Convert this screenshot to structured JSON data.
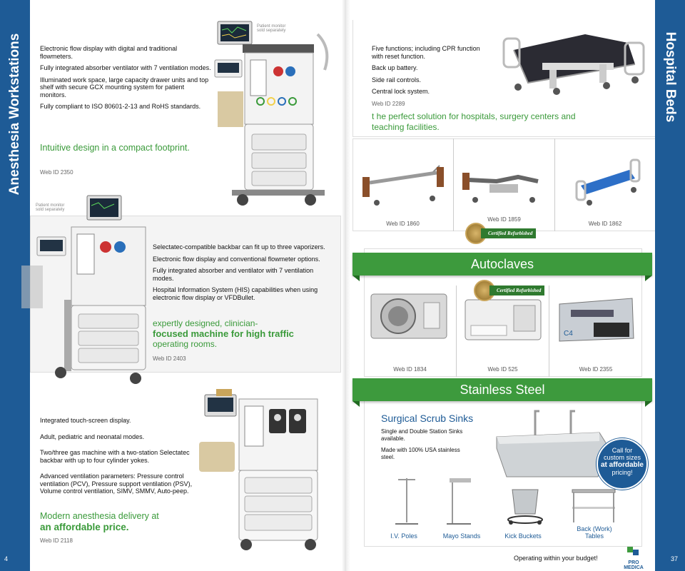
{
  "left_page": {
    "section_title": "Anesthesia Workstations",
    "page_number": "4",
    "product1": {
      "features": [
        "Electronic flow display with digital and traditional flowmeters.",
        "Fully integrated absorber ventilator with 7 ventilation modes.",
        "Illuminated work space, large capacity drawer units and top shelf with secure GCX mounting system for patient monitors.",
        "Fully compliant to ISO 80601-2-13 and RoHS standards."
      ],
      "tagline": "Intuitive design in a compact footprint.",
      "web_id": "Web ID 2350",
      "monitor_note_line1": "Patient monitor",
      "monitor_note_line2": "sold separately"
    },
    "product2": {
      "monitor_note_line1": "Patient monitor",
      "monitor_note_line2": "sold separately",
      "features": [
        "Selectatec-compatible backbar can fit up to three vaporizers.",
        "Electronic flow display and conventional flowmeter options.",
        "Fully integrated absorber and ventilator with 7 ventilation modes.",
        "Hospital Information System (HIS) capabilities when using electronic flow display or VFDBullet."
      ],
      "tagline_line1": "expertly designed, clinician-",
      "tagline_line2": "focused machine for high traffic",
      "tagline_line3": "operating rooms.",
      "web_id": "Web ID  2403"
    },
    "product3": {
      "features": [
        "Integrated touch-screen display.",
        "Adult, pediatric and neonatal modes.",
        "Two/three gas machine with a two-station Selectatec backbar with up to four cylinder yokes.",
        "Advanced ventilation parameters: Pressure control ventilation (PCV), Pressure support ventilation (PSV), Volume control ventilation, SIMV, SMMV, Auto-peep."
      ],
      "tagline_line1": "Modern anesthesia delivery at",
      "tagline_line2": "an affordable price.",
      "web_id": "Web ID 2118"
    }
  },
  "right_page": {
    "section_title": "Hospital Beds",
    "page_number": "37",
    "beds": {
      "features": [
        "Five functions; including CPR function with reset function.",
        "Back up battery.",
        "Side rail controls.",
        "Central lock system."
      ],
      "web_id": "Web ID 2289",
      "tagline": "t he perfect solution for hospitals, surgery centers and teaching facilities.",
      "items": [
        {
          "web_id": "Web ID 1860"
        },
        {
          "web_id": "Web ID 1859"
        },
        {
          "web_id": "Web ID 1862"
        }
      ],
      "certified_text": "Certified Refurbished"
    },
    "autoclaves": {
      "title": "Autoclaves",
      "certified_text": "Certified Refurbished",
      "items": [
        {
          "web_id": "Web ID 1834"
        },
        {
          "web_id": "Web ID 525"
        },
        {
          "web_id": "Web ID 2355"
        }
      ],
      "device_label": "C4"
    },
    "stainless": {
      "title": "Stainless Steel",
      "subtitle": "Surgical Scrub Sinks",
      "desc1": "Single and Double Station Sinks available.",
      "desc2": "Made with 100% USA stainless steel.",
      "badge_line1": "Call for",
      "badge_line2": "custom sizes",
      "badge_line3": "at affordable",
      "badge_line4": "pricing!",
      "accessories": [
        "I.V. Poles",
        "Mayo Stands",
        "Kick Buckets",
        "Back (Work) Tables"
      ]
    },
    "footer_tagline": "Operating within your budget!",
    "logo_text": "PRO MEDICA"
  },
  "colors": {
    "brand_blue": "#1e5b96",
    "accent_green": "#3d9a3d",
    "tagline_green": "#3a9a3a"
  }
}
